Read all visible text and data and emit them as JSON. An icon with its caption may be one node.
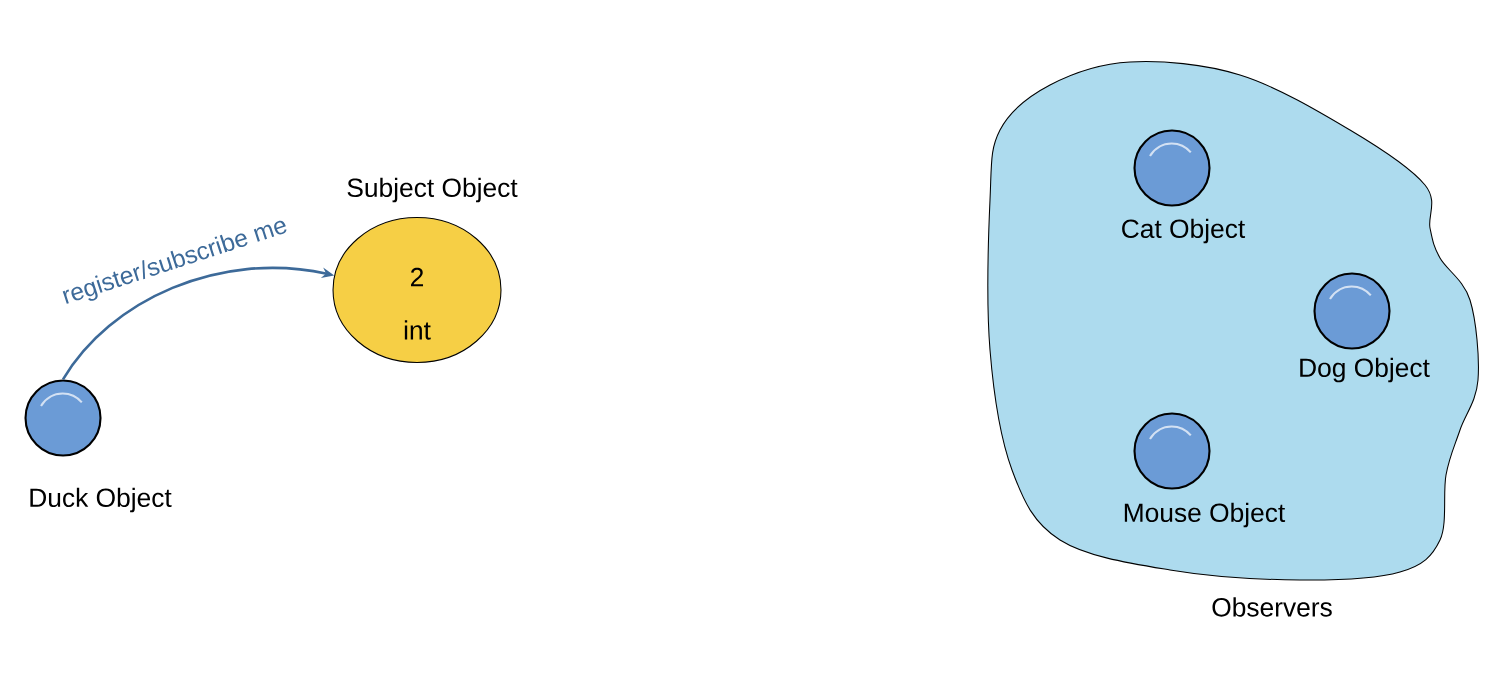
{
  "diagram": {
    "nodes": [
      {
        "text": [
          "Duck Object"
        ]
      },
      {
        "text": [
          "Subject Object",
          "2",
          "int"
        ]
      },
      {
        "text": [
          "Observers"
        ]
      },
      {
        "text": [
          "Cat Object"
        ],
        "in": 2
      },
      {
        "text": [
          "Dog Object"
        ],
        "in": 2
      },
      {
        "text": [
          "Mouse Object"
        ],
        "in": 2
      }
    ],
    "edges": [
      {
        "from": 0,
        "to": 1,
        "arrow": "to",
        "label": "register/subscribe me"
      }
    ]
  }
}
